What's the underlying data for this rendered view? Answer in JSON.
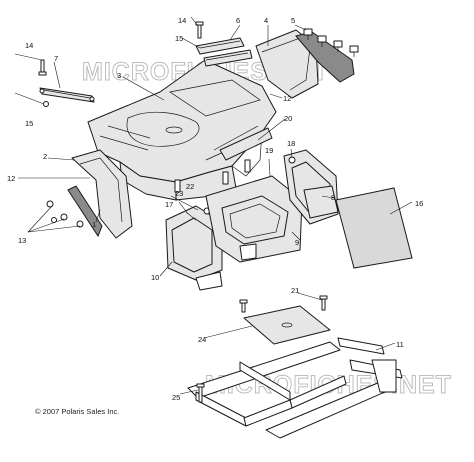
{
  "watermark_text": "MICROFICHES.NET",
  "copyright": "© 2007 Polaris Sales Inc.",
  "callouts": [
    "1",
    "2",
    "3",
    "4",
    "5",
    "6",
    "7",
    "8",
    "9",
    "10",
    "11",
    "12",
    "13",
    "14",
    "15",
    "16",
    "17",
    "18",
    "19",
    "20",
    "21",
    "22",
    "23",
    "24",
    "25"
  ],
  "callout_colors": {
    "line": "#1a1a1a",
    "part_fill": "#e6e6e6",
    "panel_fill": "#d9d9d9"
  }
}
